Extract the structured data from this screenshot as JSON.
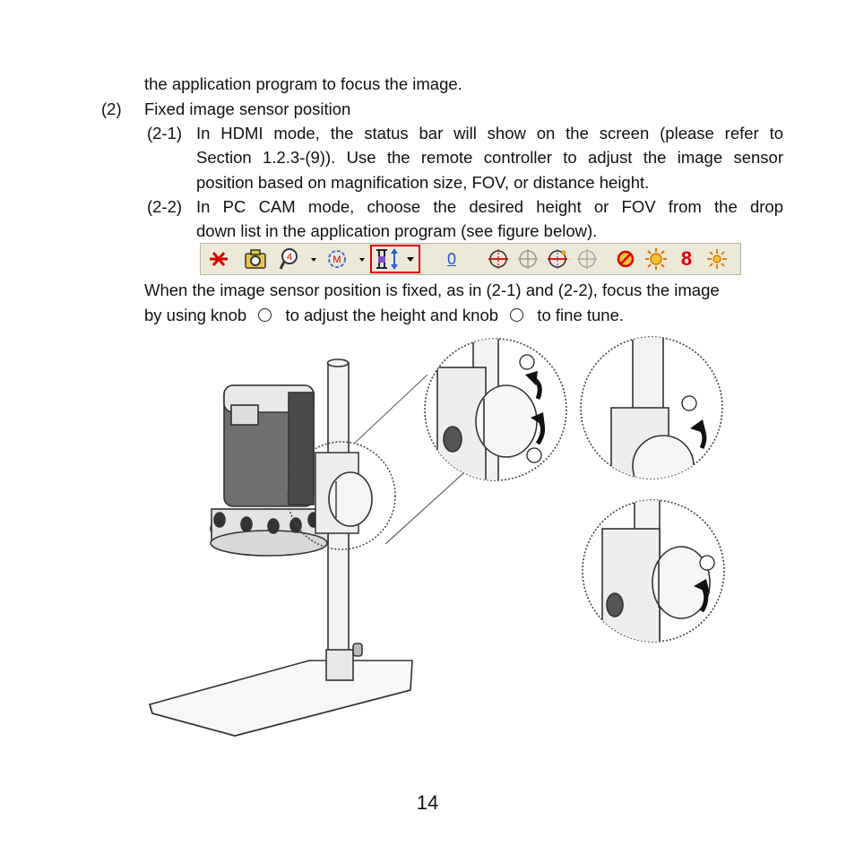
{
  "lines": {
    "l1": "the application program to focus the image.",
    "l2_num": "(2)",
    "l2_text": "Fixed image sensor position",
    "l3_num": "(2-1)",
    "l3_text": "In HDMI mode, the status bar will show on the screen (please refer to",
    "l4": "Section 1.2.3-(9)). Use the remote controller to adjust the image sensor",
    "l5": "position based on magnification size, FOV, or distance height.",
    "l6_num": "(2-2)",
    "l6_text": "In PC CAM mode, choose the desired height or FOV from the drop",
    "l7": "down list in the application program (see figure below).",
    "l8": "When the image sensor position is fixed, as in (2-1) and (2-2), focus the image",
    "l9_a": "by using knob",
    "l9_b": "to adjust the height and knob",
    "l9_c": "to fine tune."
  },
  "toolbar": {
    "icons": [
      "capture-off-icon",
      "camera-icon",
      "zoom-4-icon",
      "dropdown-arrow-icon",
      "magnification-m-icon",
      "dropdown-arrow-icon",
      "height-adjust-icon",
      "dropdown-arrow-icon",
      "zero-icon",
      "crosshair-icon",
      "crosshair-grid-icon",
      "crosshair-s-icon",
      "crosshair-grey-icon",
      "no-light-icon",
      "light-icon",
      "eight-icon",
      "light-small-icon"
    ],
    "zero_label": "0",
    "eight_label": "8",
    "zoom_label": "4",
    "mag_label": "M",
    "selected_color": "#e00000"
  },
  "page_number": "14"
}
